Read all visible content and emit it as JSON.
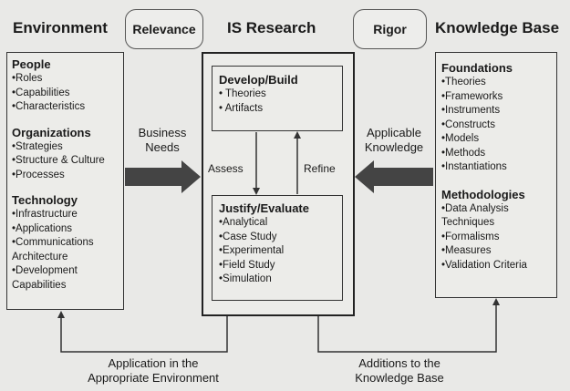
{
  "headers": {
    "environment": "Environment",
    "relevance": "Relevance",
    "is_research": "IS Research",
    "rigor": "Rigor",
    "knowledge_base": "Knowledge Base"
  },
  "environment": {
    "sections": [
      {
        "title": "People",
        "items": [
          "•Roles",
          "•Capabilities",
          "•Characteristics"
        ]
      },
      {
        "title": "Organizations",
        "items": [
          "•Strategies",
          "•Structure & Culture",
          "•Processes"
        ]
      },
      {
        "title": "Technology",
        "items": [
          "•Infrastructure",
          "•Applications",
          "•Communications",
          "Architecture",
          "•Development",
          "Capabilities"
        ]
      }
    ]
  },
  "is_research": {
    "develop": {
      "title": "Develop/Build",
      "items": [
        "• Theories",
        "• Artifacts"
      ]
    },
    "justify": {
      "title": "Justify/Evaluate",
      "items": [
        "•Analytical",
        "•Case Study",
        "•Experimental",
        "•Field Study",
        "•Simulation"
      ]
    },
    "assess": "Assess",
    "refine": "Refine"
  },
  "knowledge_base": {
    "foundations": {
      "title": "Foundations",
      "items": [
        "•Theories",
        "•Frameworks",
        "•Instruments",
        "•Constructs",
        "•Models",
        "•Methods",
        "•Instantiations"
      ]
    },
    "methodologies": {
      "title": "Methodologies",
      "items": [
        "•Data Analysis",
        "Techniques",
        "•Formalisms",
        "•Measures",
        "•Validation Criteria"
      ]
    }
  },
  "arrows": {
    "business_needs": [
      "Business",
      "Needs"
    ],
    "applicable_knowledge": [
      "Applicable",
      "Knowledge"
    ],
    "application": [
      "Application in the",
      "Appropriate Environment"
    ],
    "additions": [
      "Additions to the",
      "Knowledge Base"
    ]
  }
}
